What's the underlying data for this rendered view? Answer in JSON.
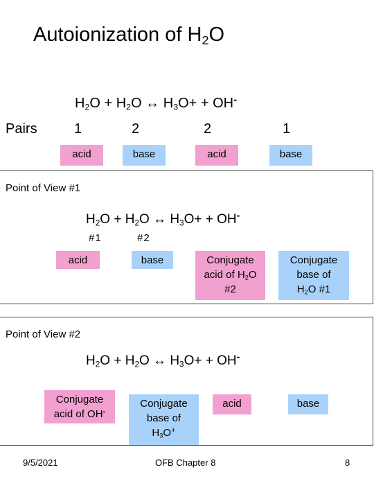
{
  "slide": {
    "title": "Autoionization of H",
    "title_sub": "2",
    "title_end": "O"
  },
  "top_equation": {
    "t1": "H",
    "s1": "2",
    "t2": "O  + H",
    "s2": "2",
    "t3": "O ↔ H",
    "s3": "3",
    "t4": "O+  +  OH",
    "sup": "-"
  },
  "pairs": {
    "label": "Pairs",
    "values": [
      "1",
      "2",
      "2",
      "1"
    ],
    "boxes": [
      "acid",
      "base",
      "acid",
      "base"
    ]
  },
  "pov1": {
    "heading": "Point of View #1",
    "eq": {
      "t1": "H",
      "s1": "2",
      "t2": "O  + H",
      "s2": "2",
      "t3": "O ↔ H",
      "s3": "3",
      "t4": "O+ + OH",
      "sup": "-"
    },
    "num1": "#1",
    "num2": "#2",
    "box_acid": "acid",
    "box_base": "base",
    "conj_acid": {
      "l1": "Conjugate",
      "l2a": "acid of H",
      "l2s": "2",
      "l2b": "O",
      "l3": "#2"
    },
    "conj_base": {
      "l1": "Conjugate",
      "l2": "base of",
      "l3a": "H",
      "l3s": "2",
      "l3b": "O #1"
    }
  },
  "pov2": {
    "heading": "Point of View #2",
    "eq": {
      "t1": "H",
      "s1": "2",
      "t2": "O  + H",
      "s2": "2",
      "t3": "O ↔ H",
      "s3": "3",
      "t4": "O+ + OH",
      "sup": "-"
    },
    "conj_acid": {
      "l1": "Conjugate",
      "l2": "acid of OH",
      "l2sup": "-"
    },
    "conj_base": {
      "l1": "Conjugate",
      "l2": "base of",
      "l3a": "H",
      "l3s": "3",
      "l3b": "O",
      "l3sup": "+"
    },
    "box_acid": "acid",
    "box_base": "base"
  },
  "footer": {
    "date": "9/5/2021",
    "center": "OFB Chapter 8",
    "page": "8"
  },
  "colors": {
    "pink": "#f2a0cf",
    "blue": "#a9d2fb",
    "border": "#444444"
  }
}
